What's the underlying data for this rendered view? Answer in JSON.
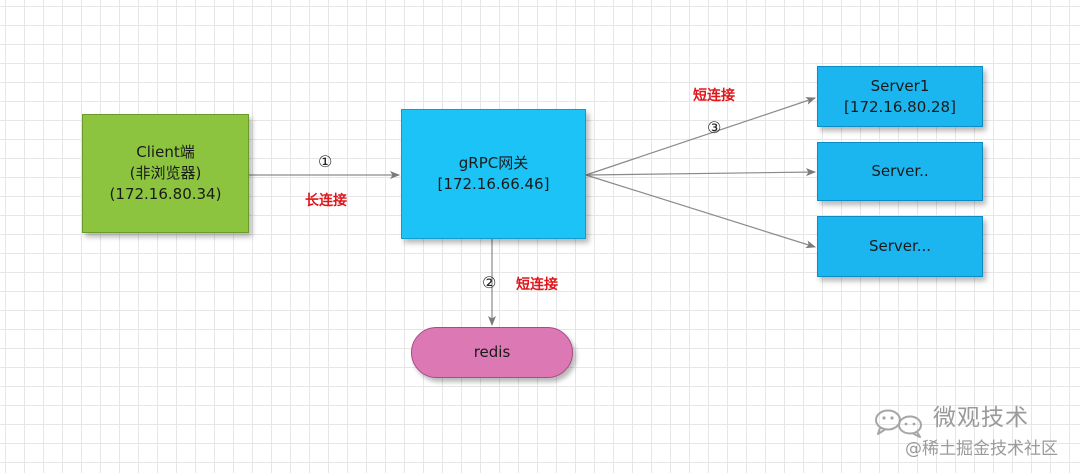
{
  "nodes": {
    "client": {
      "line1": "Client端",
      "line2": "(非浏览器)",
      "line3": "(172.16.80.34)"
    },
    "gateway": {
      "line1": "gRPC网关",
      "line2": "[172.16.66.46]"
    },
    "server1": {
      "line1": "Server1",
      "line2": "[172.16.80.28]"
    },
    "server2": {
      "line1": "Server.."
    },
    "server3": {
      "line1": "Server..."
    },
    "redis": {
      "line1": "redis"
    }
  },
  "edges": {
    "client_gateway": {
      "step": "①",
      "label": "长连接"
    },
    "gateway_redis": {
      "step": "②",
      "label": "短连接"
    },
    "gateway_servers": {
      "step": "③",
      "label": "短连接"
    }
  },
  "watermark": {
    "line1": "微观技术",
    "line2": "@稀土掘金技术社区"
  },
  "colors": {
    "client": "#8cc43f",
    "gateway": "#1cc3f6",
    "server": "#1bb6f0",
    "redis": "#dc78b4",
    "edge_label": "#e0161b",
    "connector": "#8a8a8a"
  }
}
